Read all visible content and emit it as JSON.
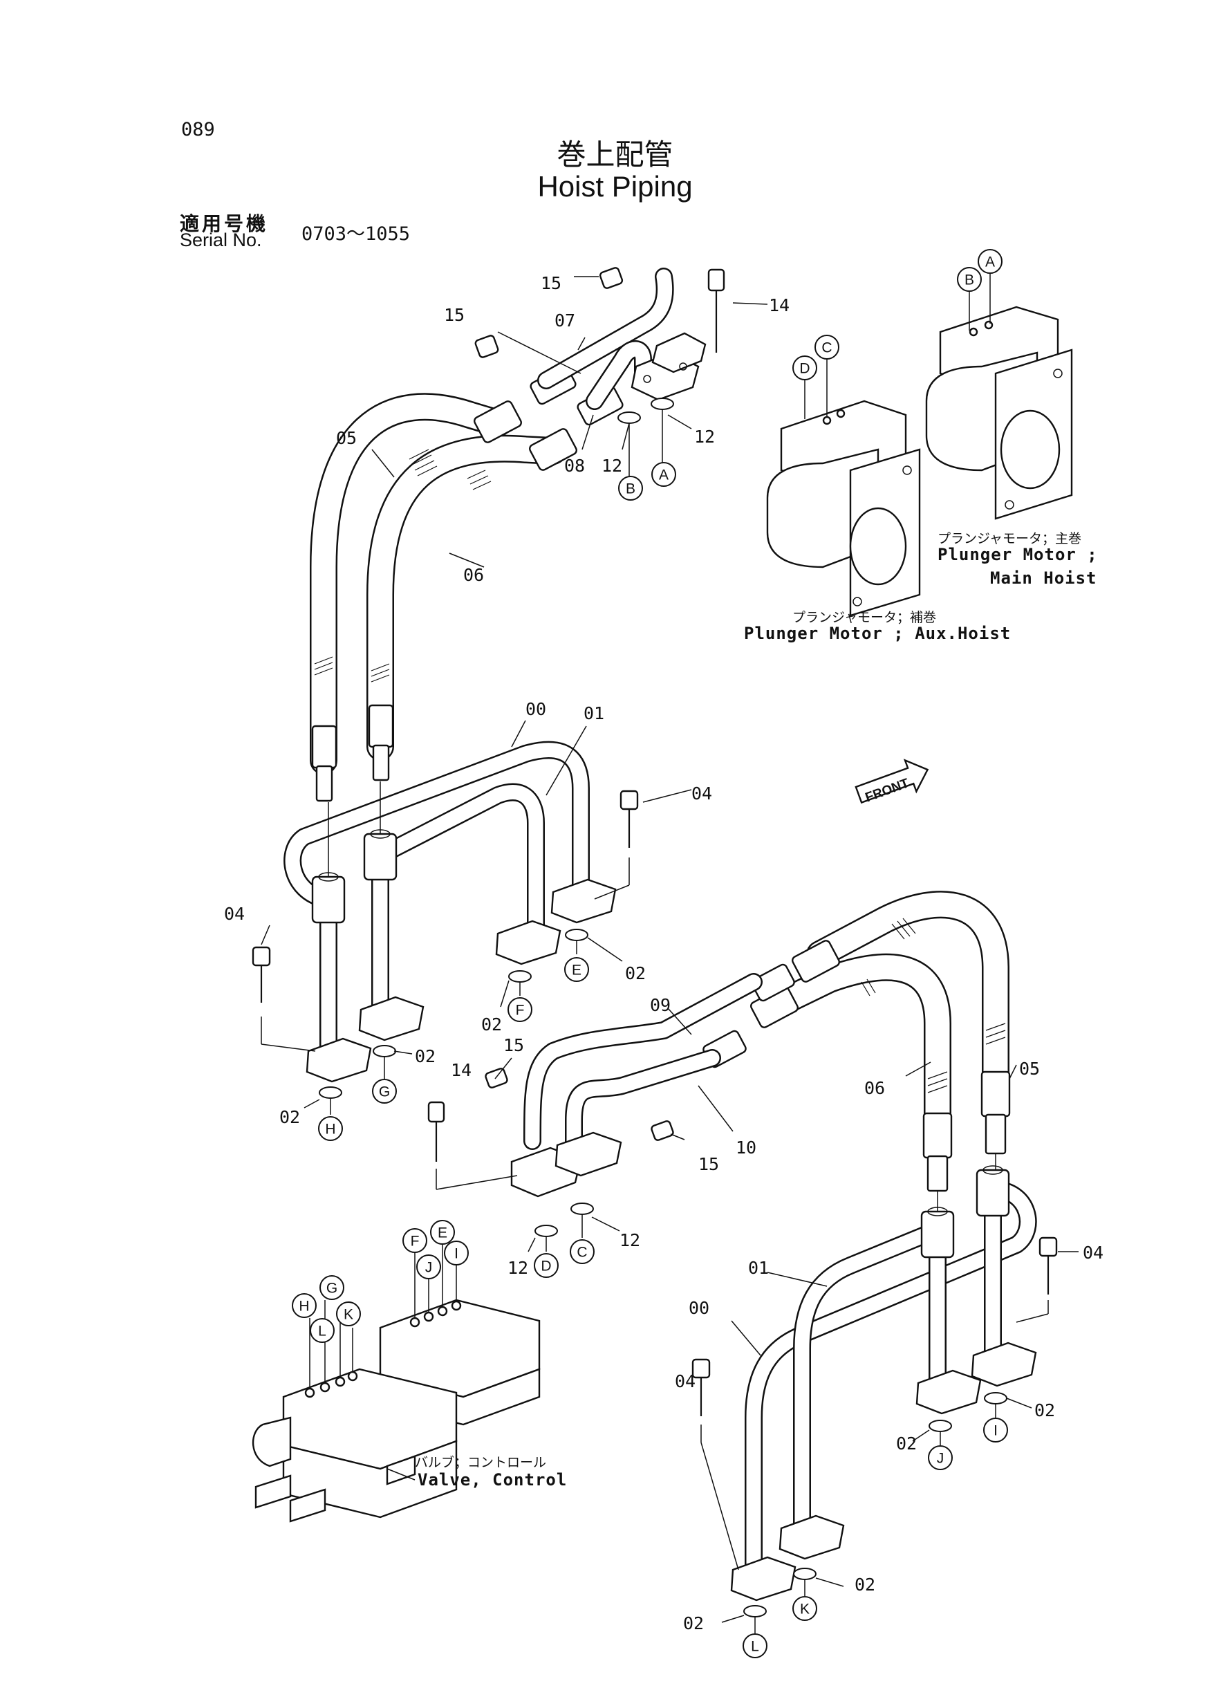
{
  "page": {
    "number": "089",
    "title_ja": "巻上配管",
    "title_en": "Hoist Piping",
    "serial_label_ja": "適用号機",
    "serial_label_en": "Serial No.",
    "serial_range": "0703～1055"
  },
  "captions": {
    "main_hoist_ja": "プランジャモータ；主巻",
    "main_hoist_en_1": "Plunger Motor ;",
    "main_hoist_en_2": "Main Hoist",
    "aux_hoist_ja": "プランジャモータ；補巻",
    "aux_hoist_en": "Plunger Motor ; Aux.Hoist",
    "valve_ja": "バルブ；コントロール",
    "valve_en": "Valve, Control",
    "front": "FRONT"
  },
  "part_labels": {
    "p1": "15",
    "p2": "15",
    "p3": "07",
    "p4": "14",
    "p5": "05",
    "p6": "08",
    "p7": "12",
    "p8": "12",
    "p9": "06",
    "p10": "00",
    "p11": "01",
    "p12": "04",
    "p13": "04",
    "p14": "02",
    "p15": "02",
    "p16": "02",
    "p17": "02",
    "p18": "09",
    "p19": "15",
    "p20": "14",
    "p21": "10",
    "p22": "15",
    "p23": "06",
    "p24": "05",
    "p25": "12",
    "p26": "12",
    "p27": "01",
    "p28": "04",
    "p29": "00",
    "p30": "04",
    "p31": "02",
    "p32": "02",
    "p33": "02",
    "p34": "02"
  },
  "port_letters": {
    "c1": "A",
    "c2": "B",
    "c3": "A",
    "c4": "B",
    "c5": "C",
    "c6": "D",
    "c7": "E",
    "c8": "F",
    "c9": "G",
    "c10": "H",
    "c11": "D",
    "c12": "C",
    "c13": "E",
    "c14": "F",
    "c15": "J",
    "c16": "I",
    "c17": "H",
    "c18": "G",
    "c19": "L",
    "c20": "K",
    "c21": "I",
    "c22": "J",
    "c23": "L",
    "c24": "K"
  }
}
